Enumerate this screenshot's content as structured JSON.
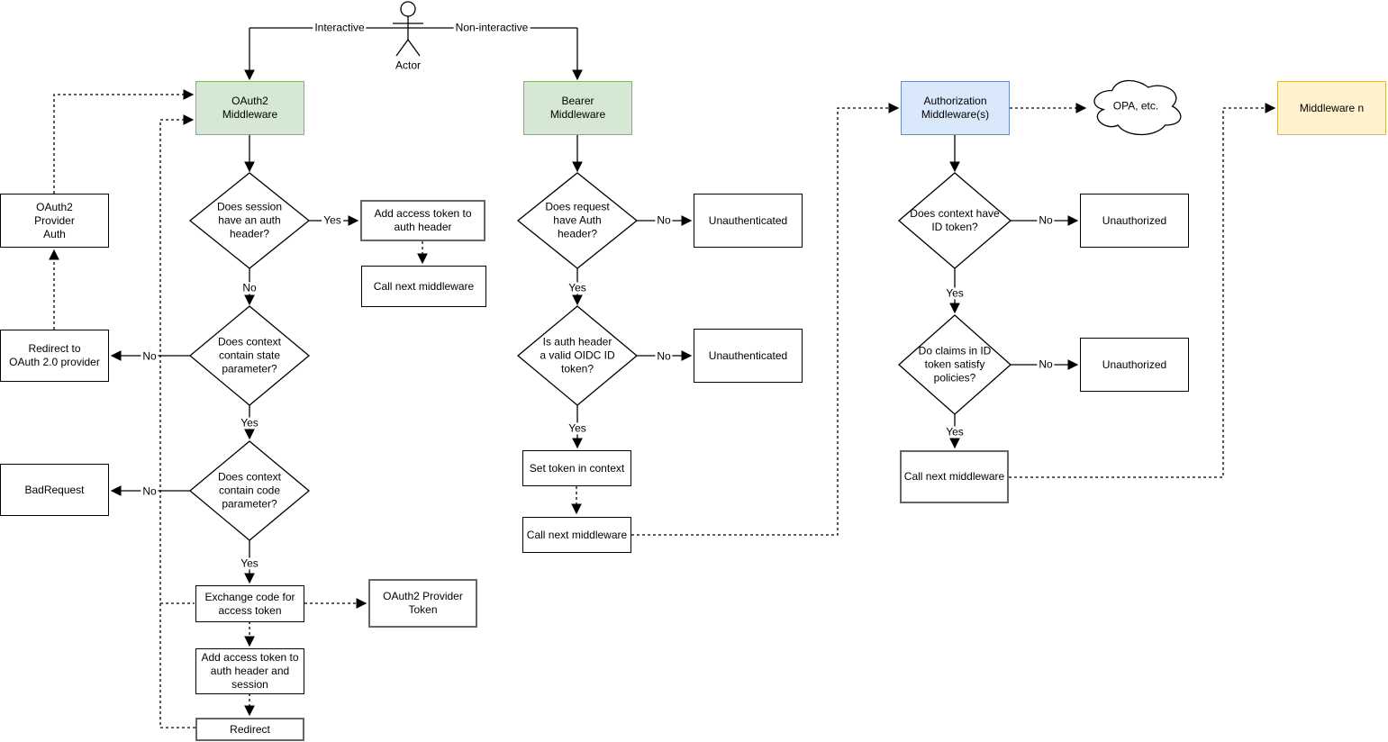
{
  "nodes": {
    "actor": "Actor",
    "oauth2_middleware": "OAuth2\nMiddleware",
    "bearer_middleware": "Bearer\nMiddleware",
    "authorization_middleware": "Authorization\nMiddleware(s)",
    "middleware_n": "Middleware n",
    "opa_cloud": "OPA, etc.",
    "oauth2_provider_auth": "OAuth2\nProvider\nAuth",
    "redirect_to_provider": "Redirect to\nOAuth 2.0 provider",
    "bad_request": "BadRequest",
    "add_token_auth_header": "Add access token to\nauth header",
    "call_next_middleware_1": "Call next middleware",
    "exchange_code": "Exchange code for\naccess token",
    "oauth2_provider_token": "OAuth2 Provider\nToken",
    "add_token_header_session": "Add access token to\nauth header and\nsession",
    "redirect": "Redirect",
    "unauthenticated_1": "Unauthenticated",
    "unauthenticated_2": "Unauthenticated",
    "set_token_context": "Set token in context",
    "call_next_middleware_2": "Call next middleware",
    "unauthorized_1": "Unauthorized",
    "unauthorized_2": "Unauthorized",
    "call_next_middleware_3": "Call next middleware"
  },
  "decisions": {
    "session_auth_header": "Does session\nhave an auth\nheader?",
    "context_state": "Does context\ncontain state\nparameter?",
    "context_code": "Does context\ncontain code\nparameter?",
    "request_auth_header": "Does request\nhave Auth\nheader?",
    "valid_oidc_token": "Is auth header\na valid OIDC ID\ntoken?",
    "context_id_token": "Does context have\nID token?",
    "claims_policies": "Do claims in ID\ntoken satisfy\npolicies?"
  },
  "edge_labels": {
    "interactive": "Interactive",
    "non_interactive": "Non-interactive",
    "yes": "Yes",
    "no": "No"
  },
  "colors": {
    "green_fill": "#d5e8d4",
    "green_stroke": "#82b366",
    "blue_fill": "#dae8fc",
    "blue_stroke": "#6c8ebf",
    "yellow_fill": "#fff2cc",
    "yellow_stroke": "#d6b656",
    "box_stroke": "#000000",
    "box_stroke_alt": "#666666",
    "line": "#000000"
  }
}
